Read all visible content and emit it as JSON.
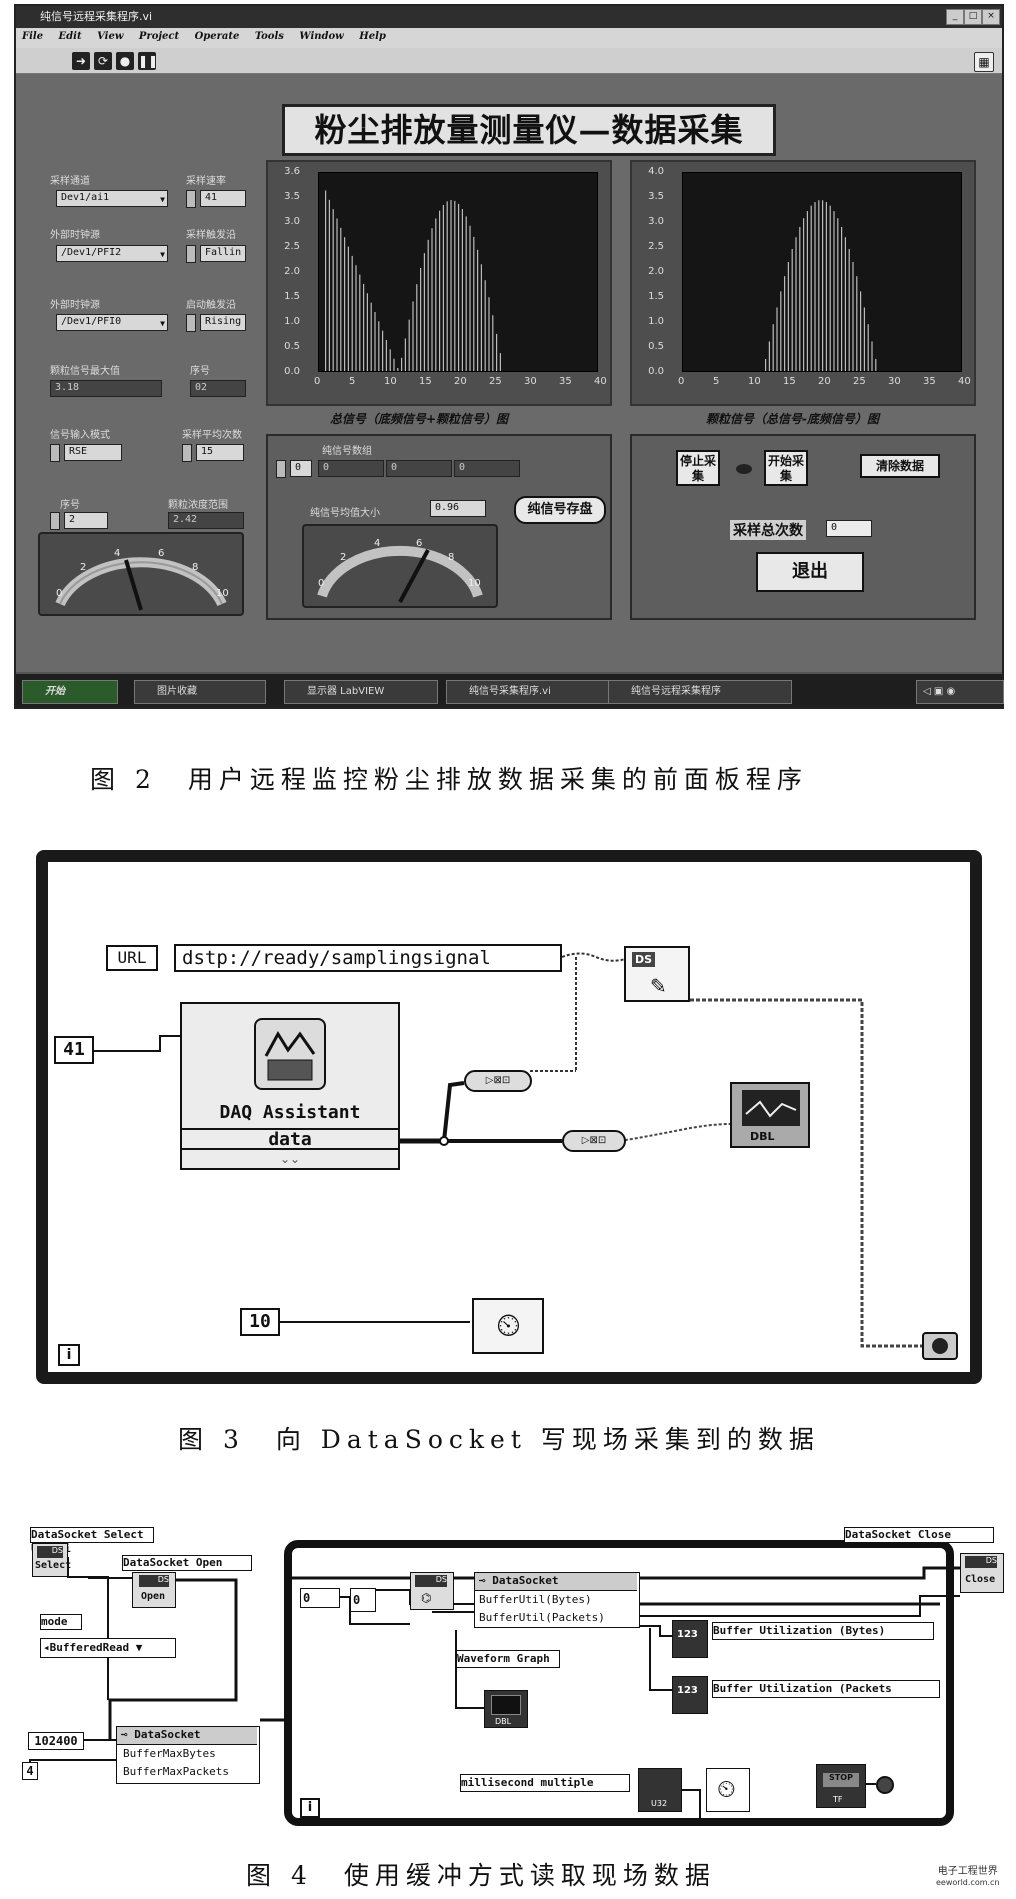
{
  "fig2": {
    "window": {
      "title": "纯信号远程采集程序.vi",
      "menu": [
        "File",
        "Edit",
        "View",
        "Project",
        "Operate",
        "Tools",
        "Window",
        "Help"
      ]
    },
    "panel_title": "粉尘排放量测量仪—数据采集",
    "controls": {
      "channel_label": "采样通道",
      "channel_value": "Dev1/ai1",
      "rate_label": "采样速率",
      "rate_value": "41",
      "trig1_label": "外部时钟源",
      "trig1_value": "/Dev1/PFI2",
      "edge1_label": "采样触发沿",
      "edge1_value": "Fallin",
      "trig2_label": "外部时钟源",
      "trig2_value": "/Dev1/PFI0",
      "edge2_label": "启动触发沿",
      "edge2_value": "Rising",
      "sigsize_label": "颗粒信号最大值",
      "sigsize_value": "3.18",
      "ch_label": "序号",
      "ch_value": "02",
      "mode_label": "信号输入模式",
      "mode_value": "RSE",
      "avg_label": "采样平均次数",
      "avg_value": "15",
      "gain_label": "序号",
      "gain_value": "2",
      "range_label": "颗粒浓度范围",
      "range_value": "2.42",
      "gauge_ticks": [
        "0",
        "2",
        "4",
        "6",
        "8",
        "10"
      ]
    },
    "chart_left": {
      "y_ticks": [
        "3.6",
        "3.5",
        "3.0",
        "2.5",
        "2.0",
        "1.5",
        "1.0",
        "0.5",
        "0.0"
      ],
      "x_ticks": [
        "0",
        "5",
        "10",
        "15",
        "20",
        "25",
        "30",
        "35",
        "40"
      ],
      "caption": "总信号（底频信号+颗粒信号）图"
    },
    "chart_right": {
      "y_ticks": [
        "4.0",
        "3.5",
        "3.0",
        "2.5",
        "2.0",
        "1.5",
        "1.0",
        "0.5",
        "0.0"
      ],
      "x_ticks": [
        "0",
        "5",
        "10",
        "15",
        "20",
        "25",
        "30",
        "35",
        "40"
      ],
      "caption": "颗粒信号（总信号-底频信号）图"
    },
    "store": {
      "index_label": "纯信号数组",
      "index_value": "0",
      "arr": [
        "0",
        "0",
        "0"
      ],
      "size_label": "纯信号均值大小",
      "size_value": "0.96",
      "button": "纯信号存盘",
      "gauge_ticks": [
        "0",
        "2",
        "4",
        "6",
        "8",
        "10"
      ]
    },
    "actions": {
      "stop": "停止采集",
      "start": "开始采集",
      "clear": "清除数据",
      "count_label": "采样总次数",
      "count_value": "0",
      "exit": "退出"
    },
    "taskbar": {
      "start": "开始",
      "tasks": [
        "图片收藏",
        "显示器 LabVIEW",
        "纯信号采集程序.vi",
        "纯信号远程采集程序"
      ]
    },
    "caption": "图 2　用户远程监控粉尘排放数据采集的前面板程序"
  },
  "fig3": {
    "url_label": "URL",
    "url_value": "dstp://ready/samplingsignal",
    "const_41": "41",
    "const_10": "10",
    "daq_title": "DAQ Assistant",
    "daq_output": "data",
    "ds_label": "DS",
    "graph_label": "DBL",
    "loop_icon": "i",
    "caption": "图 3　向 DataSocket 写现场采集到的数据"
  },
  "fig4": {
    "select_url": "DataSocket Select URL.vi",
    "select": "Select",
    "open_label": "DataSocket Open",
    "open": "Open",
    "mode_label": "mode",
    "mode_value": "BufferedRead",
    "ds_prop": "DataSocket",
    "buffer_max_bytes": "BufferMaxBytes",
    "buffer_max_packets": "BufferMaxPackets",
    "const_102400": "102400",
    "const_4": "4",
    "const_0a": "0",
    "const_0b": "0",
    "ds_read": "DataSocket",
    "buf_util_bytes": "BufferUtil(Bytes)",
    "buf_util_packets": "BufferUtil(Packets)",
    "ind_bytes": "Buffer Utilization (Bytes)",
    "ind_packets": "Buffer Utilization (Packets",
    "waveform_graph": "Waveform Graph",
    "ms_multiple": "millisecond multiple",
    "close_label": "DataSocket Close",
    "close": "Close",
    "stop": "STOP",
    "tf": "TF",
    "u32": "U32",
    "dbl": "DBL",
    "n123": "123",
    "loop_icon": "i",
    "caption": "图 4　使用缓冲方式读取现场数据"
  },
  "watermark": "电子工程世界",
  "watermark_url": "eeworld.com.cn"
}
